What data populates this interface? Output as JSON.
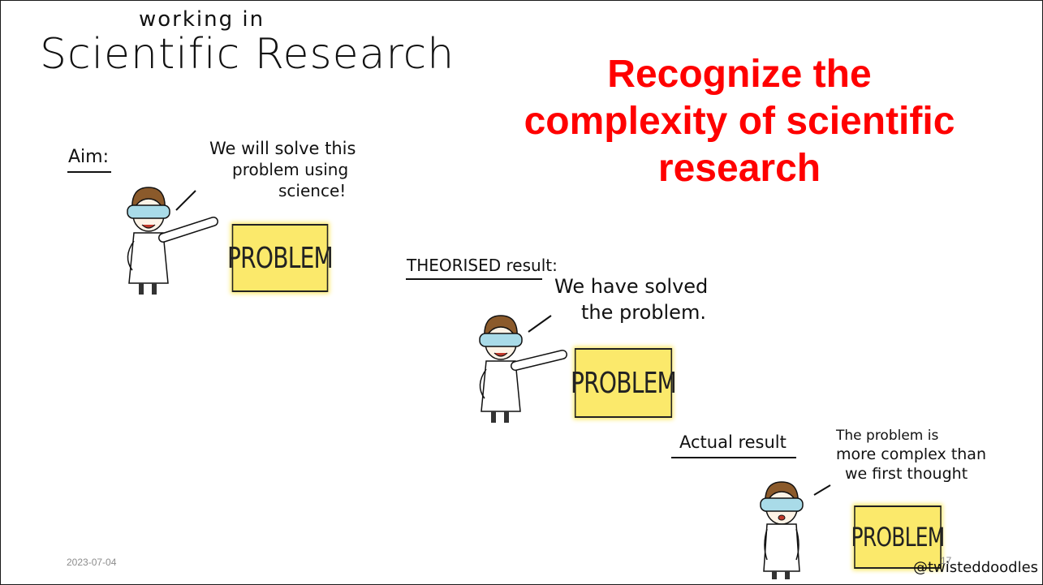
{
  "header": {
    "small_title": "working in",
    "big_title": "Scientific Research"
  },
  "slide_title": {
    "lines": [
      "Recognize the",
      "complexity of scientific",
      "research"
    ],
    "color": "#ff0000"
  },
  "panels": {
    "aim": {
      "label": "Aim:",
      "speech": [
        "We will solve this",
        "problem using",
        "science!"
      ],
      "box": "PROBLEM"
    },
    "theorised": {
      "label": "THEORISED result:",
      "speech": [
        "We have solved",
        "the problem."
      ],
      "box": "PROBLEM"
    },
    "actual": {
      "label": "Actual result",
      "speech": [
        "The problem is",
        "more complex than",
        "we first thought"
      ],
      "box": "PROBLEM"
    }
  },
  "credit": "@twisteddoodles",
  "footer": {
    "date": "2023-07-04",
    "page": "17"
  },
  "colors": {
    "problem_box": "#fbe96b",
    "goggles": "#a9dbe8",
    "hair": "#8b5a2b"
  }
}
